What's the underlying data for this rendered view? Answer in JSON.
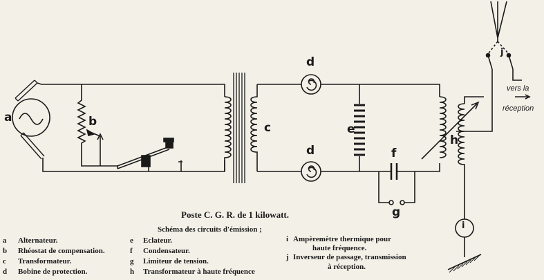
{
  "title": "Poste C. G. R. de 1 kilowatt.",
  "subtitle": "Schéma des circuits d'émission ;",
  "component_labels": {
    "a": "a",
    "b": "b",
    "c": "c",
    "d": "d",
    "e": "e",
    "f": "f",
    "g": "g",
    "h": "h",
    "i": "i",
    "j": "j"
  },
  "reception_note": {
    "line1": "vers la",
    "line2": "réception"
  },
  "legend": [
    {
      "key": "a",
      "text": "Alternateur."
    },
    {
      "key": "b",
      "text": "Rhéostat de compensation."
    },
    {
      "key": "c",
      "text": "Transformateur."
    },
    {
      "key": "d",
      "text": "Bobine de protection."
    },
    {
      "key": "e",
      "text": "Eclateur."
    },
    {
      "key": "f",
      "text": "Condensateur."
    },
    {
      "key": "g",
      "text": "Limiteur de tension."
    },
    {
      "key": "h",
      "text": "Transformateur à haute fréquence"
    },
    {
      "key": "i",
      "text": "Ampèremètre thermique pour",
      "text2": "haute fréquence."
    },
    {
      "key": "j",
      "text": "Inverseur de passage, transmission",
      "text2": "à réception."
    }
  ]
}
